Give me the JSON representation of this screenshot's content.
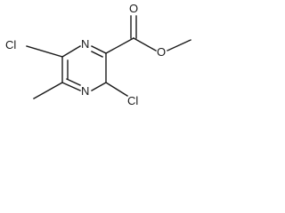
{
  "molecule": {
    "atoms": {
      "cl_left": "Cl",
      "n_top": "N",
      "n_bottom": "N",
      "cl_right": "Cl",
      "o_carbonyl": "O",
      "o_ester": "O"
    },
    "colors": {
      "ink": "#1a1a1a",
      "background": "#ffffff"
    }
  }
}
